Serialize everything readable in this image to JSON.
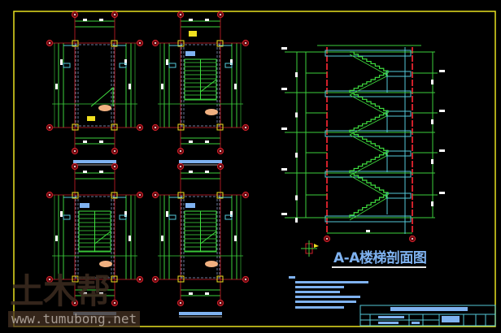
{
  "drawing": {
    "section_title": "A-A楼梯剖面图",
    "colors": {
      "background": "#000000",
      "frame": "#e8e020",
      "axis": "#d0202a",
      "dimension": "#3ccf3c",
      "stair": "#40e040",
      "structure": "#55c8d8",
      "text": "#7fb2f0",
      "column": "#f0e020",
      "hatch": "#f0b080"
    }
  },
  "watermark": {
    "logo": "土木帮",
    "url": "www.tumubong.net"
  }
}
